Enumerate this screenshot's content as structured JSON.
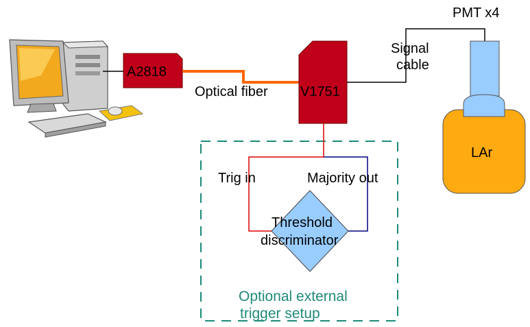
{
  "labels": {
    "pmt": "PMT x4",
    "signal_cable_line1": "Signal",
    "signal_cable_line2": "cable",
    "digitizer": "V1751",
    "bridge": "A2818",
    "optical_fiber": "Optical fiber",
    "lar": "LAr",
    "trig_in": "Trig in",
    "majority_out": "Majority out",
    "discriminator_line1": "Threshold",
    "discriminator_line2": "discriminator",
    "optional_line1": "Optional external",
    "optional_line2": "trigger setup"
  },
  "colors": {
    "card_red": "#c0001a",
    "fiber_orange": "#ff6600",
    "pmt_blue": "#99ccff",
    "lar_orange": "#ffaa11",
    "dashed_teal": "#1a8a78",
    "trig_red": "#dd0000",
    "majority_navy": "#000080"
  },
  "icons": {
    "computer": "desktop-computer-icon"
  }
}
